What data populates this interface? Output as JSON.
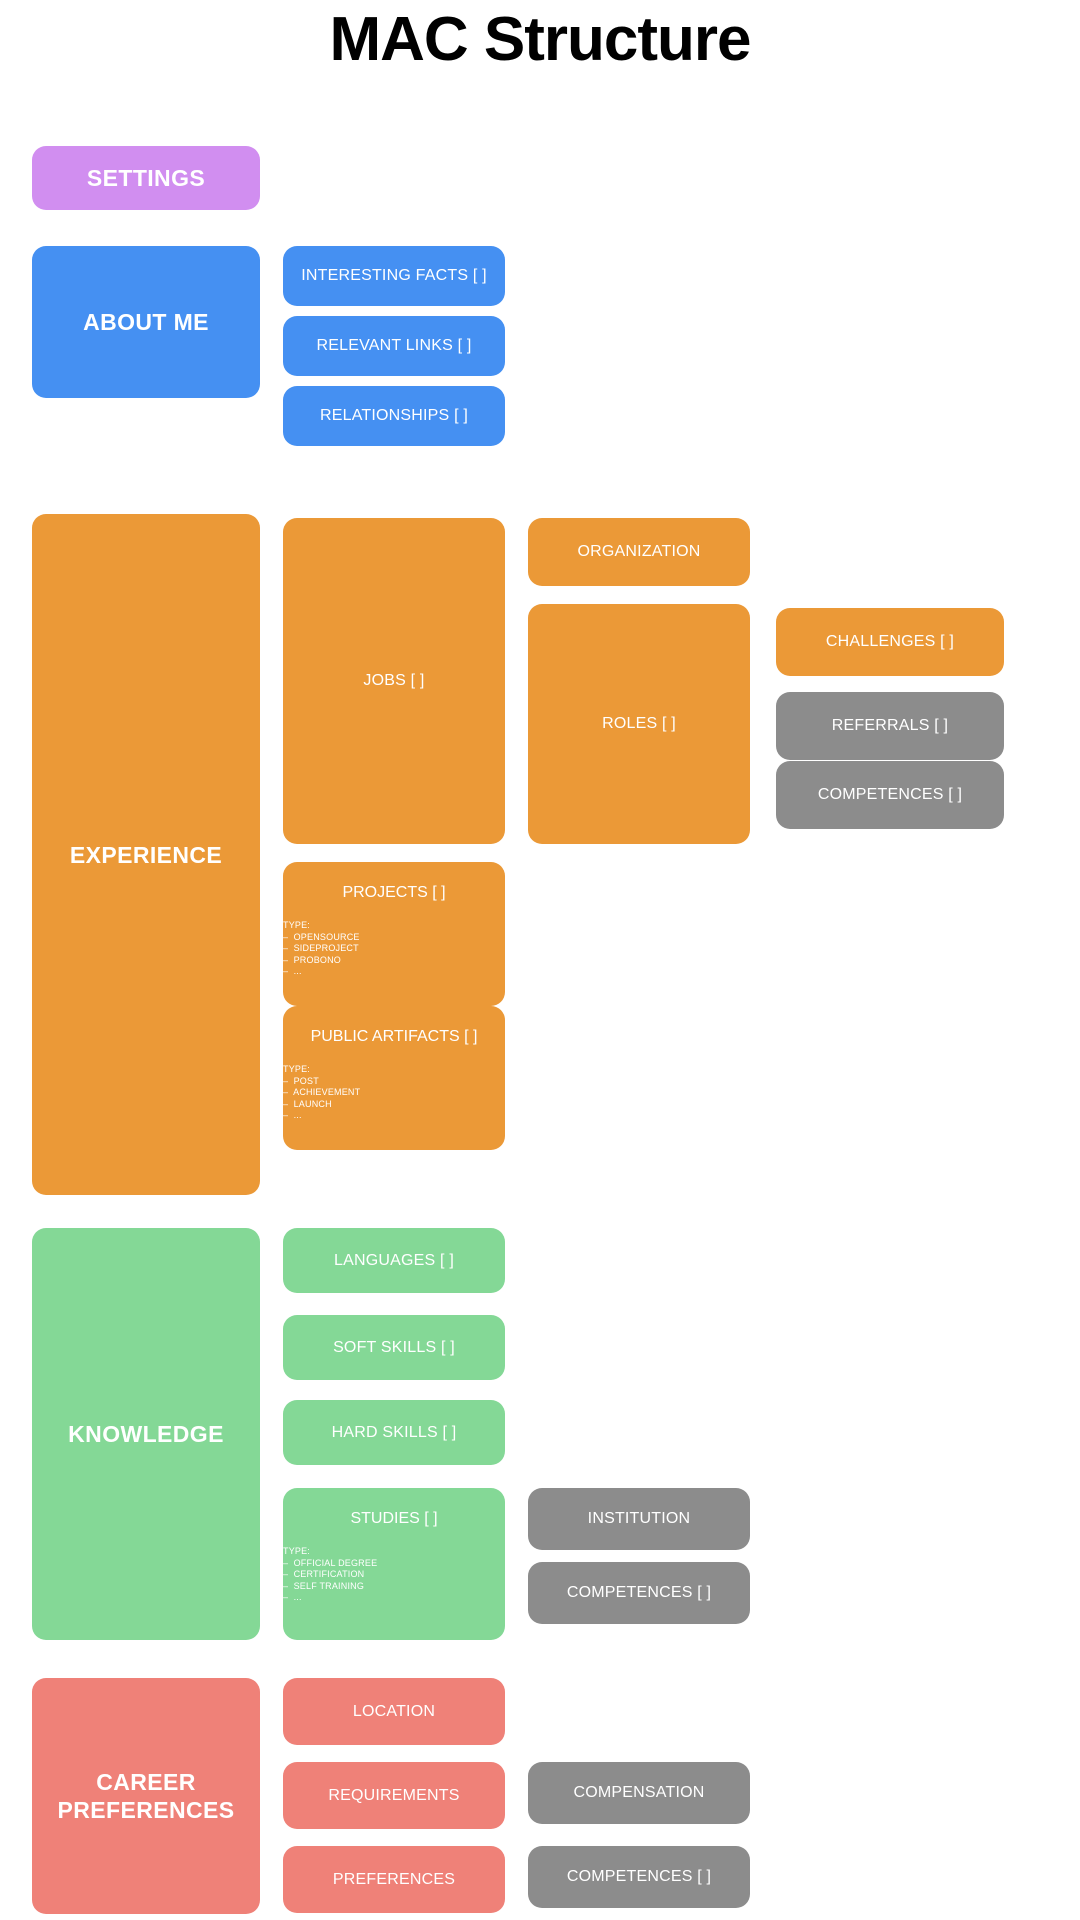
{
  "page": {
    "title": "MAC Structure",
    "background": "#ffffff"
  },
  "colors": {
    "settings": "#d18ef0",
    "about_me": "#4590f2",
    "experience": "#eb9937",
    "knowledge": "#84d896",
    "career_preferences": "#ef8178",
    "secondary": "#8c8c8c",
    "text_on_node": "#ffffff",
    "title_text": "#000000"
  },
  "sections": [
    {
      "id": "settings",
      "label": "SETTINGS",
      "color": "settings",
      "children": []
    },
    {
      "id": "about-me",
      "label": "ABOUT ME",
      "color": "about_me",
      "children": [
        {
          "id": "interesting-facts",
          "label": "INTERESTING FACTS [ ]",
          "color": "about_me"
        },
        {
          "id": "relevant-links",
          "label": "RELEVANT LINKS [ ]",
          "color": "about_me"
        },
        {
          "id": "relationships",
          "label": "RELATIONSHIPS [ ]",
          "color": "about_me"
        }
      ]
    },
    {
      "id": "experience",
      "label": "EXPERIENCE",
      "color": "experience",
      "children": [
        {
          "id": "jobs",
          "label": "JOBS [ ]",
          "color": "experience"
        },
        {
          "id": "organization",
          "label": "ORGANIZATION",
          "color": "experience"
        },
        {
          "id": "roles",
          "label": "ROLES [ ]",
          "color": "experience"
        },
        {
          "id": "challenges",
          "label": "CHALLENGES [ ]",
          "color": "experience"
        },
        {
          "id": "referrals",
          "label": "REFERRALS [ ]",
          "color": "secondary"
        },
        {
          "id": "competences-experience",
          "label": "COMPETENCES [ ]",
          "color": "secondary"
        },
        {
          "id": "projects",
          "label": "PROJECTS [ ]",
          "color": "experience",
          "type_label": "TYPE:",
          "type_items": [
            "–  OPENSOURCE",
            "–  SIDEPROJECT",
            "–  PROBONO",
            "–  ..."
          ]
        },
        {
          "id": "public-artifacts",
          "label": "PUBLIC ARTIFACTS [ ]",
          "color": "experience",
          "type_label": "TYPE:",
          "type_items": [
            "–  POST",
            "–  ACHIEVEMENT",
            "–  LAUNCH",
            "–  ..."
          ]
        }
      ]
    },
    {
      "id": "knowledge",
      "label": "KNOWLEDGE",
      "color": "knowledge",
      "children": [
        {
          "id": "languages",
          "label": "LANGUAGES [ ]",
          "color": "knowledge"
        },
        {
          "id": "soft-skills",
          "label": "SOFT SKILLS [ ]",
          "color": "knowledge"
        },
        {
          "id": "hard-skills",
          "label": "HARD SKILLS [ ]",
          "color": "knowledge"
        },
        {
          "id": "studies",
          "label": "STUDIES [ ]",
          "color": "knowledge",
          "type_label": "TYPE:",
          "type_items": [
            "–  OFFICIAL DEGREE",
            "–  CERTIFICATION",
            "–  SELF TRAINING",
            "–  ..."
          ]
        },
        {
          "id": "institution",
          "label": "INSTITUTION",
          "color": "secondary"
        },
        {
          "id": "competences-knowledge",
          "label": "COMPETENCES [ ]",
          "color": "secondary"
        }
      ]
    },
    {
      "id": "career-preferences",
      "label": "CAREER\nPREFERENCES",
      "label_line1": "CAREER",
      "label_line2": "PREFERENCES",
      "color": "career_preferences",
      "children": [
        {
          "id": "location",
          "label": "LOCATION",
          "color": "career_preferences"
        },
        {
          "id": "requirements",
          "label": "REQUIREMENTS",
          "color": "career_preferences"
        },
        {
          "id": "preferences",
          "label": "PREFERENCES",
          "color": "career_preferences"
        },
        {
          "id": "compensation",
          "label": "COMPENSATION",
          "color": "secondary"
        },
        {
          "id": "competences-career",
          "label": "COMPETENCES [ ]",
          "color": "secondary"
        }
      ]
    }
  ]
}
